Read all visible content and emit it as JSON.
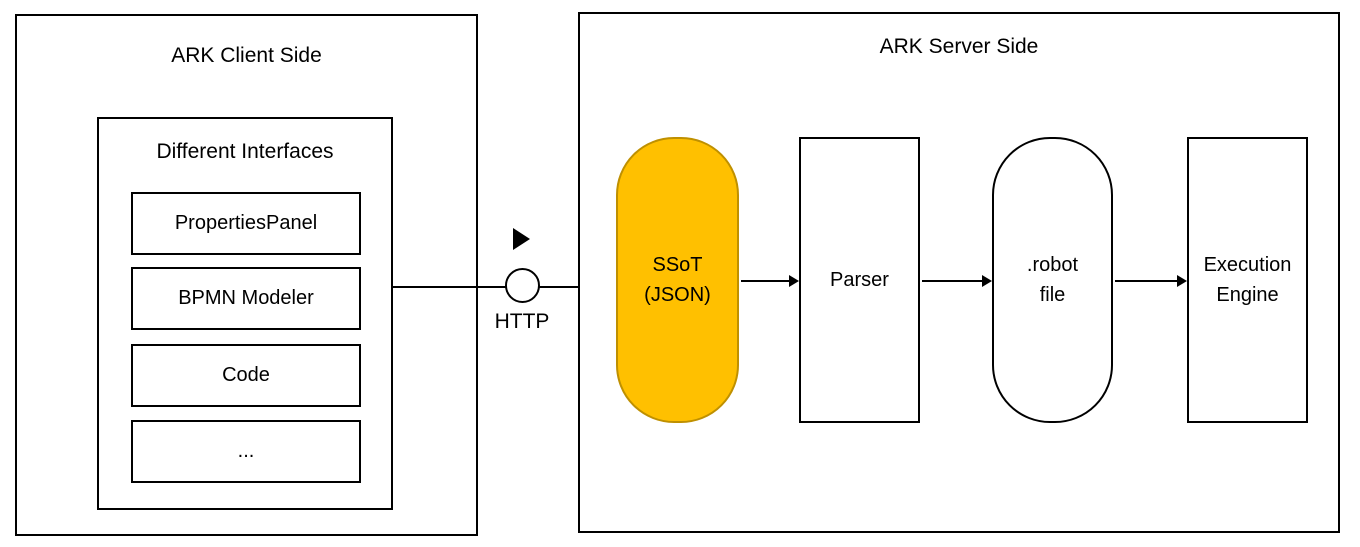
{
  "client": {
    "title": "ARK Client Side",
    "interfaces_title": "Different Interfaces",
    "items": [
      {
        "label": "PropertiesPanel"
      },
      {
        "label": "BPMN Modeler"
      },
      {
        "label": "Code"
      },
      {
        "label": "..."
      }
    ]
  },
  "connection": {
    "label": "HTTP"
  },
  "server": {
    "title": "ARK Server Side",
    "ssot": {
      "line1": "SSoT",
      "line2": "(JSON)"
    },
    "parser": {
      "label": "Parser"
    },
    "robot": {
      "line1": ".robot",
      "line2": "file"
    },
    "engine": {
      "line1": "Execution",
      "line2": "Engine"
    }
  },
  "colors": {
    "ssot_fill": "#FFC000",
    "ssot_border": "#BF9000",
    "stroke": "#000000",
    "background": "#FFFFFF"
  }
}
